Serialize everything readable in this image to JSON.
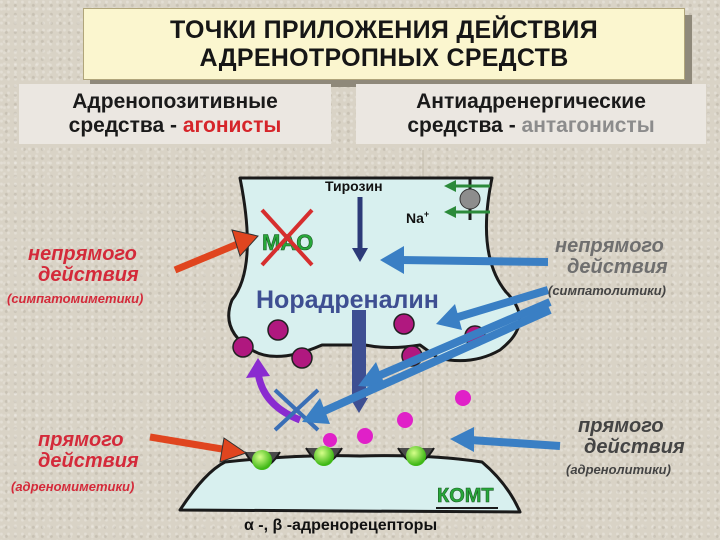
{
  "title": {
    "line1": "ТОЧКИ ПРИЛОЖЕНИЯ ДЕЙСТВИЯ",
    "line2": "АДРЕНОТРОПНЫХ СРЕДСТВ"
  },
  "left_header": {
    "line1": "Адренопозитивные",
    "line2_prefix": "средства - ",
    "line2_accent": "агонисты"
  },
  "right_header": {
    "line1": "Антиадренергические",
    "line2_prefix": "средства - ",
    "line2_accent": "антагонисты"
  },
  "left_labels": {
    "indirect_1": "непрямого",
    "indirect_2": "действия",
    "indirect_note": "(симпатомиметики)",
    "direct_1": "прямого",
    "direct_2": "действия",
    "direct_note": "(адреномиметики)"
  },
  "right_labels": {
    "indirect_1": "непрямого",
    "indirect_2": "действия",
    "indirect_note": "(симпатолитики)",
    "direct_1": "прямого",
    "direct_2": "действия",
    "direct_note": "(адренолитики)"
  },
  "synapse": {
    "tyrosine": "Тирозин",
    "na": "Na",
    "na_sup": "+",
    "mao": "MAO",
    "noradrenaline": "Норадреналин",
    "komt": "КОМТ",
    "receptors": "α -, β -адренорецепторы"
  },
  "colors": {
    "agonist_red": "#d6252a",
    "antagonist_gray": "#8c8c8c",
    "terminal_fill": "#d8f0ef",
    "vesicle": "#b0187f",
    "free_nor": "#e020c8",
    "receptor_green": "#5adc1e",
    "arrow_blue": "#3a7fc4",
    "arrow_red": "#e0451f",
    "arrow_navy": "#3e4f92",
    "mao_green": "#27a83a",
    "komt_green": "#27a83a"
  }
}
